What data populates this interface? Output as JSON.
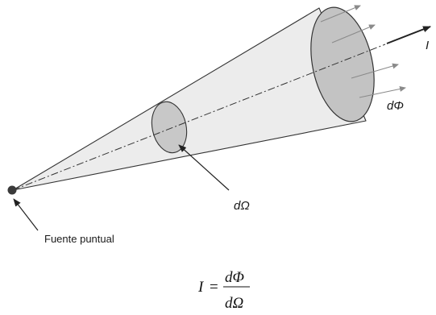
{
  "labels": {
    "intensity": "I",
    "flux": "dΦ",
    "solid_angle": "dΩ",
    "source": "Fuente puntual"
  },
  "equation": {
    "lhs": "I",
    "equals": "=",
    "numerator": "dΦ",
    "denominator": "dΩ"
  },
  "colors": {
    "cone_fill": "#ececec",
    "section_fill": "#c8c8c8",
    "end_fill": "#c3c3c3",
    "outline": "#333333",
    "rays": "#8a8a8a",
    "source_point": "#3a3a3a"
  }
}
